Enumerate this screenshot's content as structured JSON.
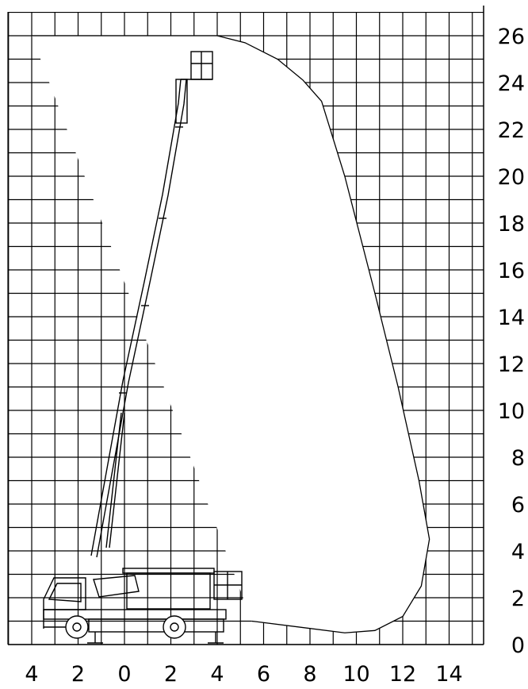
{
  "chart_data": {
    "type": "diagram",
    "title": "",
    "xlabel": "",
    "ylabel": "",
    "x_ticks": [
      "4",
      "2",
      "0",
      "2",
      "4",
      "6",
      "8",
      "10",
      "12",
      "14"
    ],
    "y_ticks": [
      "0",
      "2",
      "4",
      "6",
      "8",
      "10",
      "12",
      "14",
      "16",
      "18",
      "20",
      "22",
      "24",
      "26"
    ],
    "xlim": [
      -5,
      15
    ],
    "ylim": [
      0,
      27
    ],
    "grid": true,
    "envelope_outline": [
      [
        -4.0,
        26.0
      ],
      [
        4.0,
        26.0
      ],
      [
        5.2,
        25.7
      ],
      [
        6.6,
        25.0
      ],
      [
        7.7,
        24.1
      ],
      [
        8.5,
        23.2
      ],
      [
        9.5,
        20.0
      ],
      [
        10.8,
        15.0
      ],
      [
        11.8,
        11.0
      ],
      [
        12.7,
        7.0
      ],
      [
        13.15,
        4.5
      ],
      [
        12.8,
        2.5
      ],
      [
        12.0,
        1.2
      ],
      [
        10.8,
        0.6
      ],
      [
        9.5,
        0.5
      ],
      [
        5.5,
        1.0
      ]
    ],
    "truck_front_x": -3.6,
    "boom_tip": [
      2.5,
      24.2
    ]
  }
}
